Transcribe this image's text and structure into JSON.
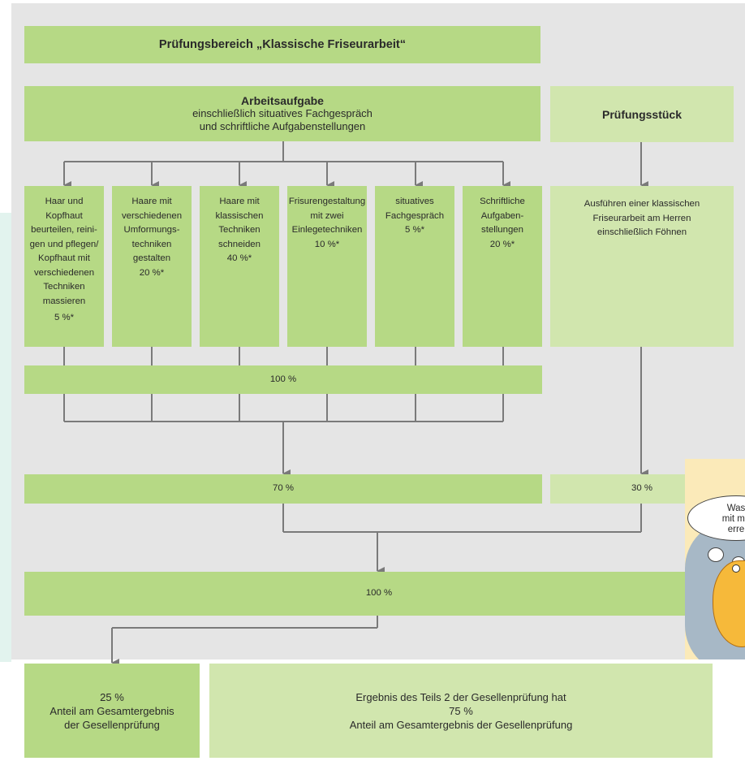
{
  "title": "Prüfungsbereich „Klassische Friseurarbeit“",
  "arbeitsaufgabe": {
    "heading": "Arbeitsaufgabe",
    "line1": "einschließlich situatives Fachgespräch",
    "line2": "und schriftliche Aufgabenstellungen"
  },
  "pruefungsstueck": {
    "heading": "Prüfungsstück",
    "description": [
      "Ausführen einer klassischen",
      "Friseurarbeit am Herren",
      "einschließlich Föhnen"
    ]
  },
  "tasks": [
    {
      "lines": [
        "Haar und",
        "Kopfhaut",
        "beurteilen, reini-",
        "gen und pflegen/",
        "Kopfhaut mit",
        "verschiedenen",
        "Techniken",
        "massieren"
      ],
      "percent": "5 %*"
    },
    {
      "lines": [
        "Haare mit",
        "verschiedenen",
        "Umformungs-",
        "techniken",
        "gestalten"
      ],
      "percent": "20 %*"
    },
    {
      "lines": [
        "Haare mit",
        "klassischen",
        "Techniken",
        "schneiden"
      ],
      "percent": "40 %*"
    },
    {
      "lines": [
        "Frisurengestaltung",
        "mit zwei",
        "Einlegetechniken"
      ],
      "percent": "10 %*"
    },
    {
      "lines": [
        "situatives",
        "Fachgespräch"
      ],
      "percent": "5 %*"
    },
    {
      "lines": [
        "Schriftliche",
        "Aufgaben-",
        "stellungen"
      ],
      "percent": "20 %*"
    }
  ],
  "sum_tasks": "100 %",
  "share_arbeitsaufgabe": "70 %",
  "share_pruefungsstueck": "30 %",
  "total": "100 %",
  "result_left": {
    "percent": "25 %",
    "line1": "Anteil am Gesamtergebnis",
    "line2": "der Gesellenprüfung"
  },
  "result_right": {
    "line1": "Ergebnis des Teils 2 der Gesellenprüfung hat",
    "percent": "75 %",
    "line2": "Anteil am Gesamtergebnis der Gesellenprüfung"
  },
  "bubble_lines": [
    "Was",
    "mit me",
    "erre"
  ],
  "colors": {
    "panel": "#e5e5e5",
    "dark_green": "#b6d985",
    "light_green": "#d1e6ae",
    "connector": "#7a7a7a"
  }
}
